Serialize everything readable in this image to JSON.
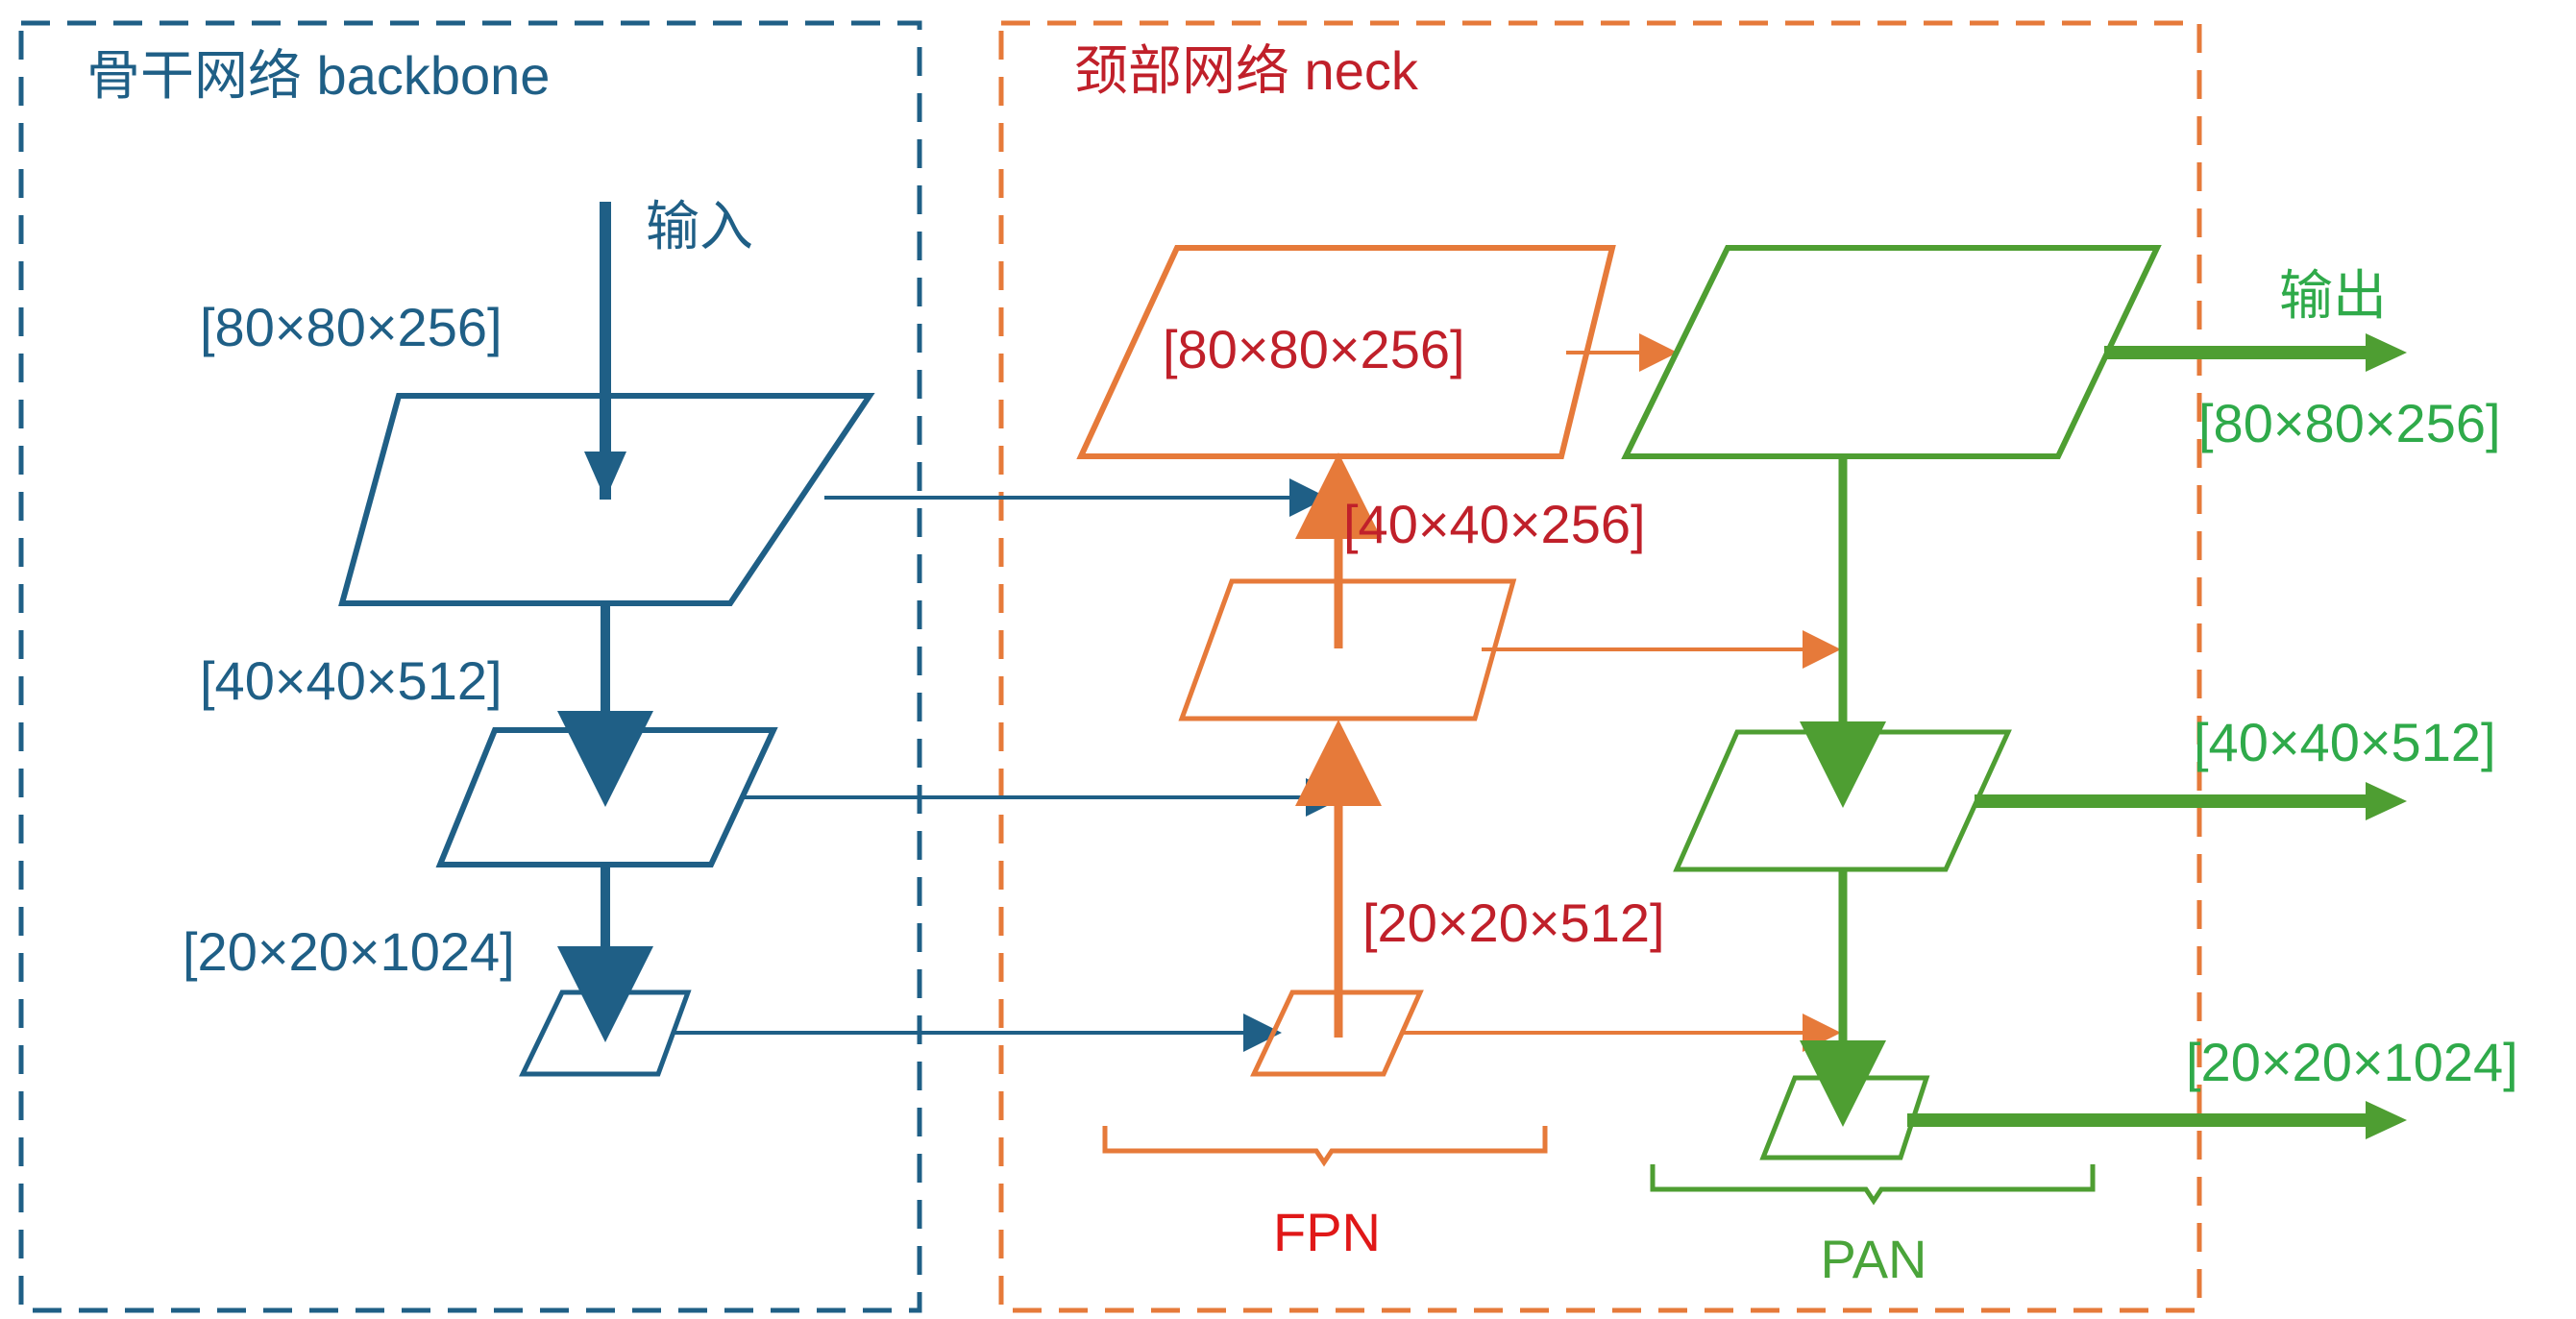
{
  "backbone": {
    "title": "骨干网络 backbone",
    "input_label": "输入",
    "shapes": [
      {
        "label": "[80×80×256]"
      },
      {
        "label": "[40×40×512]"
      },
      {
        "label": "[20×20×1024]"
      }
    ]
  },
  "neck": {
    "title": "颈部网络 neck",
    "fpn": {
      "label": "FPN",
      "shapes": [
        {
          "label": "[80×80×256]"
        },
        {
          "label": "[40×40×256]"
        },
        {
          "label": "[20×20×512]"
        }
      ]
    },
    "pan": {
      "label": "PAN"
    }
  },
  "output": {
    "label": "输出",
    "shapes": [
      {
        "label": "[80×80×256]"
      },
      {
        "label": "[40×40×512]"
      },
      {
        "label": "[20×20×1024]"
      }
    ]
  },
  "colors": {
    "backbone": "#1f5f86",
    "neck_border": "#e67a3a",
    "fpn": "#e67a3a",
    "pan": "#4e9e32",
    "output_text": "#2faa4a",
    "red_text": "#c0202a"
  }
}
